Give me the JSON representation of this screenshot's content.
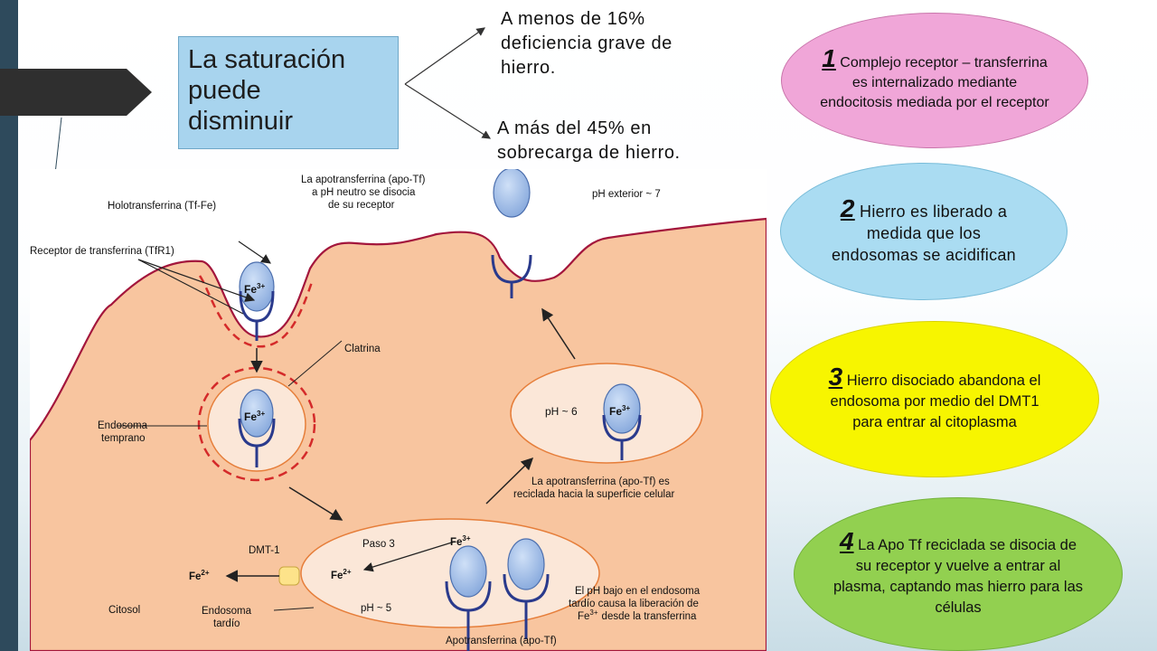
{
  "title_box": {
    "line1": "La saturación",
    "line2": "puede",
    "line3": "disminuir"
  },
  "notes": {
    "low": {
      "line1": "A menos de 16%",
      "line2": "deficiencia grave de",
      "line3": "hierro."
    },
    "high": {
      "line1": "A más del 45% en",
      "line2": "sobrecarga de hierro."
    }
  },
  "steps": [
    {
      "num": "1",
      "text": "Complejo receptor – transferrina es internalizado mediante endocitosis mediada por el receptor"
    },
    {
      "num": "2",
      "text": "Hierro es liberado a medida que los endosomas se acidifican"
    },
    {
      "num": "3",
      "text": "Hierro disociado abandona el endosoma por medio del DMT1 para entrar al citoplasma"
    },
    {
      "num": "4",
      "text": "La Apo Tf reciclada se disocia de su receptor y vuelve a entrar al plasma, captando mas hierro para las células"
    }
  ],
  "diagram": {
    "apo_neutral_1": "La apotransferrina (apo-Tf)",
    "apo_neutral_2": "a pH neutro se disocia",
    "apo_neutral_3": "de su receptor",
    "ph_exterior": "pH exterior ~ 7",
    "holo": "Holotransferrina (Tf-Fe)",
    "receptor": "Receptor de transferrina (TfR1)",
    "clatrina": "Clatrina",
    "endosoma_temprano_1": "Endosoma",
    "endosoma_temprano_2": "temprano",
    "ph6": "pH ~ 6",
    "recycle_1": "La apotransferrina (apo-Tf) es",
    "recycle_2": "reciclada hacia la superficie celular",
    "dmt1": "DMT-1",
    "paso3": "Paso 3",
    "ph5": "pH ~ 5",
    "citosol": "Citosol",
    "endosoma_tardio_1": "Endosoma",
    "endosoma_tardio_2": "tardío",
    "low_ph_1": "El pH bajo en el endosoma",
    "low_ph_2": "tardío causa la liberación de",
    "low_ph_3": "desde la transferrina",
    "apotransferrina": "Apotransferrina (apo-Tf)",
    "fe3_base": "Fe",
    "fe3_sup": "3+",
    "fe2_base": "Fe",
    "fe2_sup": "2+"
  },
  "colors": {
    "cell": "#f8c59f",
    "membrane": "#a3163c",
    "oval_1": "#f0a6d8",
    "oval_2": "#aadcf2",
    "oval_3": "#f7f500",
    "oval_4": "#92d050",
    "title_box": "#a8d4ee"
  }
}
